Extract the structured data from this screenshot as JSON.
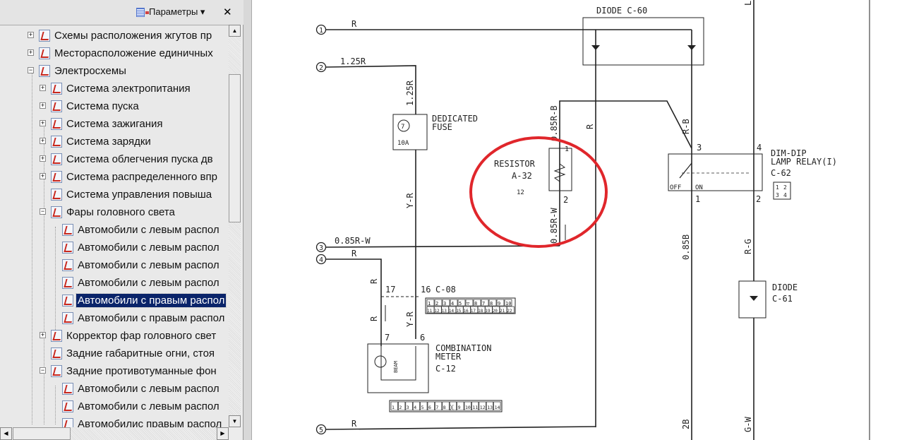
{
  "sidebar": {
    "options_label": "Параметры ▾",
    "close_label": "✕",
    "items": [
      {
        "label": "Схемы расположения жгутов пр",
        "level": 1,
        "expander": "+"
      },
      {
        "label": "Месторасположение единичных",
        "level": 1,
        "expander": "+"
      },
      {
        "label": "Электросхемы",
        "level": 1,
        "expander": "−"
      },
      {
        "label": "Система электропитания",
        "level": 2,
        "expander": "+"
      },
      {
        "label": "Система пуска",
        "level": 2,
        "expander": "+"
      },
      {
        "label": "Система зажигания",
        "level": 2,
        "expander": "+"
      },
      {
        "label": "Система зарядки",
        "level": 2,
        "expander": "+"
      },
      {
        "label": "Система облегчения пуска дв",
        "level": 2,
        "expander": "+"
      },
      {
        "label": "Система распределенного впр",
        "level": 2,
        "expander": "+"
      },
      {
        "label": "Система управления повышa",
        "level": 2,
        "expander": ""
      },
      {
        "label": "Фары головного света",
        "level": 2,
        "expander": "−"
      },
      {
        "label": "Автомобили с левым распол",
        "level": 3,
        "expander": ""
      },
      {
        "label": "Автомобили с левым распол",
        "level": 3,
        "expander": ""
      },
      {
        "label": "Автомобили с левым распол",
        "level": 3,
        "expander": ""
      },
      {
        "label": "Автомобили  с левым распол",
        "level": 3,
        "expander": ""
      },
      {
        "label": "Автомобили с правым распол",
        "level": 3,
        "expander": "",
        "selected": true
      },
      {
        "label": "Автомобили с правым распол",
        "level": 3,
        "expander": ""
      },
      {
        "label": "Корректор фар головного свет",
        "level": 2,
        "expander": "+"
      },
      {
        "label": "Задние габаритные огни, стоя",
        "level": 2,
        "expander": ""
      },
      {
        "label": "Задние противотуманные фон",
        "level": 2,
        "expander": "−"
      },
      {
        "label": "Автомобили с левым распол",
        "level": 3,
        "expander": ""
      },
      {
        "label": "Автомобили с левым распол",
        "level": 3,
        "expander": ""
      },
      {
        "label": "Автомобилис правым распол",
        "level": 3,
        "expander": ""
      }
    ]
  },
  "diagram": {
    "terminals": [
      "1",
      "2",
      "3",
      "4",
      "5"
    ],
    "wire_r1": "R",
    "wire_125r": "1.25R",
    "wire_125r_v": "1.25R",
    "wire_yr": "Y-R",
    "wire_085rw": "0.85R-W",
    "wire_r4": "R",
    "wire_r4v": "R",
    "wire_r7": "R",
    "wire_yr2": "Y-R",
    "wire_r5": "R",
    "wire_r_center": "R",
    "wire_085rb": "0.85R-B",
    "wire_085rw_v": "0.85R-W",
    "wire_rb": "R-B",
    "wire_085b": "0.85B",
    "wire_rg": "R-G",
    "wire_2b": "2B",
    "wire_gw": "G-W",
    "wire_l": "L",
    "diode_c60": "DIODE  C-60",
    "fuse_label_1": "DEDICATED",
    "fuse_label_2": "FUSE",
    "fuse_num": "7",
    "fuse_rating": "10A",
    "resistor_label": "RESISTOR",
    "resistor_code": "A-32",
    "resistor_pin1": "1",
    "resistor_pin2": "2",
    "resistor_conn": "12",
    "relay_label_1": "DIM-DIP",
    "relay_label_2": "LAMP RELAY(I)",
    "relay_code": "C-62",
    "relay_off": "OFF",
    "relay_on": "ON",
    "relay_pin3": "3",
    "relay_pin4": "4",
    "relay_pin1": "1",
    "relay_pin2": "2",
    "relay_conn": [
      "1",
      "2",
      "3",
      "4"
    ],
    "c08_pin17": "17",
    "c08_pin16": "16",
    "c08_code": "C-08",
    "c08_row1": [
      "1",
      "2",
      "3",
      "4",
      "5",
      "▽",
      "8",
      "7",
      "8",
      "9",
      "10"
    ],
    "c08_row2": [
      "11",
      "12",
      "13",
      "14",
      "15",
      "16",
      "17",
      "18",
      "19",
      "20",
      "21",
      "22"
    ],
    "meter_pin7": "7",
    "meter_pin6": "6",
    "meter_label_1": "COMBINATION",
    "meter_label_2": "METER",
    "meter_code": "C-12",
    "meter_beam": "BEAM",
    "c12_pins": [
      "1",
      "2",
      "3",
      "4",
      "5",
      "6",
      "7",
      "8",
      "╳",
      "9",
      "10",
      "11",
      "12",
      "13",
      "14"
    ],
    "diode_c61_1": "DIODE",
    "diode_c61_2": "C-61",
    "annotation_color": "#e0262b"
  }
}
